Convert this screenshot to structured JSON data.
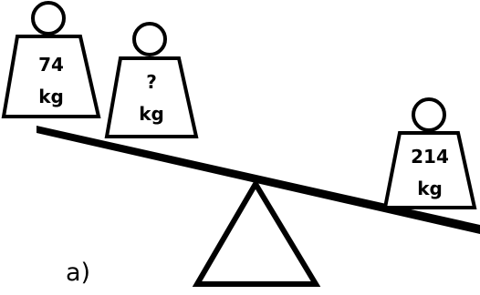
{
  "problem_label": "a)",
  "weights": [
    {
      "id": "left-weight-1",
      "value": "74",
      "unit": "kg"
    },
    {
      "id": "left-weight-2",
      "value": "?",
      "unit": "kg"
    },
    {
      "id": "right-weight",
      "value": "214",
      "unit": "kg"
    }
  ]
}
